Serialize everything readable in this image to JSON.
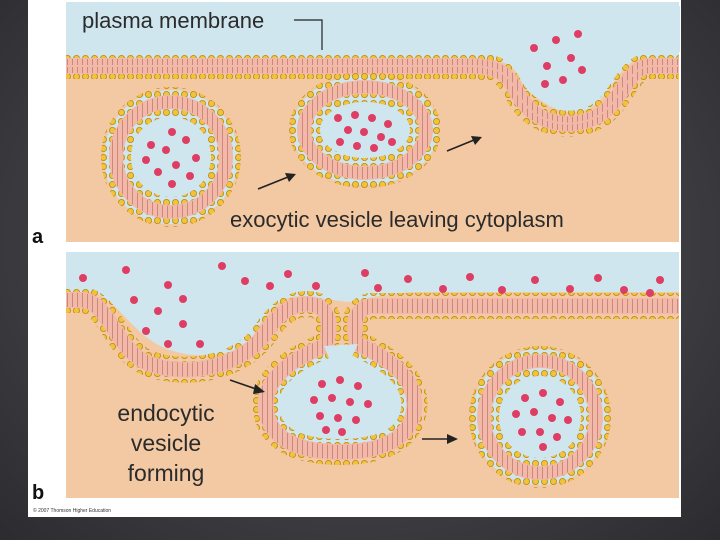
{
  "labels": {
    "plasma_membrane": "plasma membrane",
    "exocytic": "exocytic vesicle leaving cytoplasm",
    "endocytic_line1": "endocytic",
    "endocytic_line2": "vesicle",
    "endocytic_line3": "forming",
    "panel_a": "a",
    "panel_b": "b",
    "copyright": "© 2007 Thomson Higher Education"
  },
  "colors": {
    "extracellular": "#cfe6ef",
    "cytoplasm": "#f3c9a4",
    "membrane_core": "#f2b9a8",
    "head_fill": "#f1c23a",
    "head_stroke": "#b98a15",
    "cargo": "#de3e63"
  }
}
